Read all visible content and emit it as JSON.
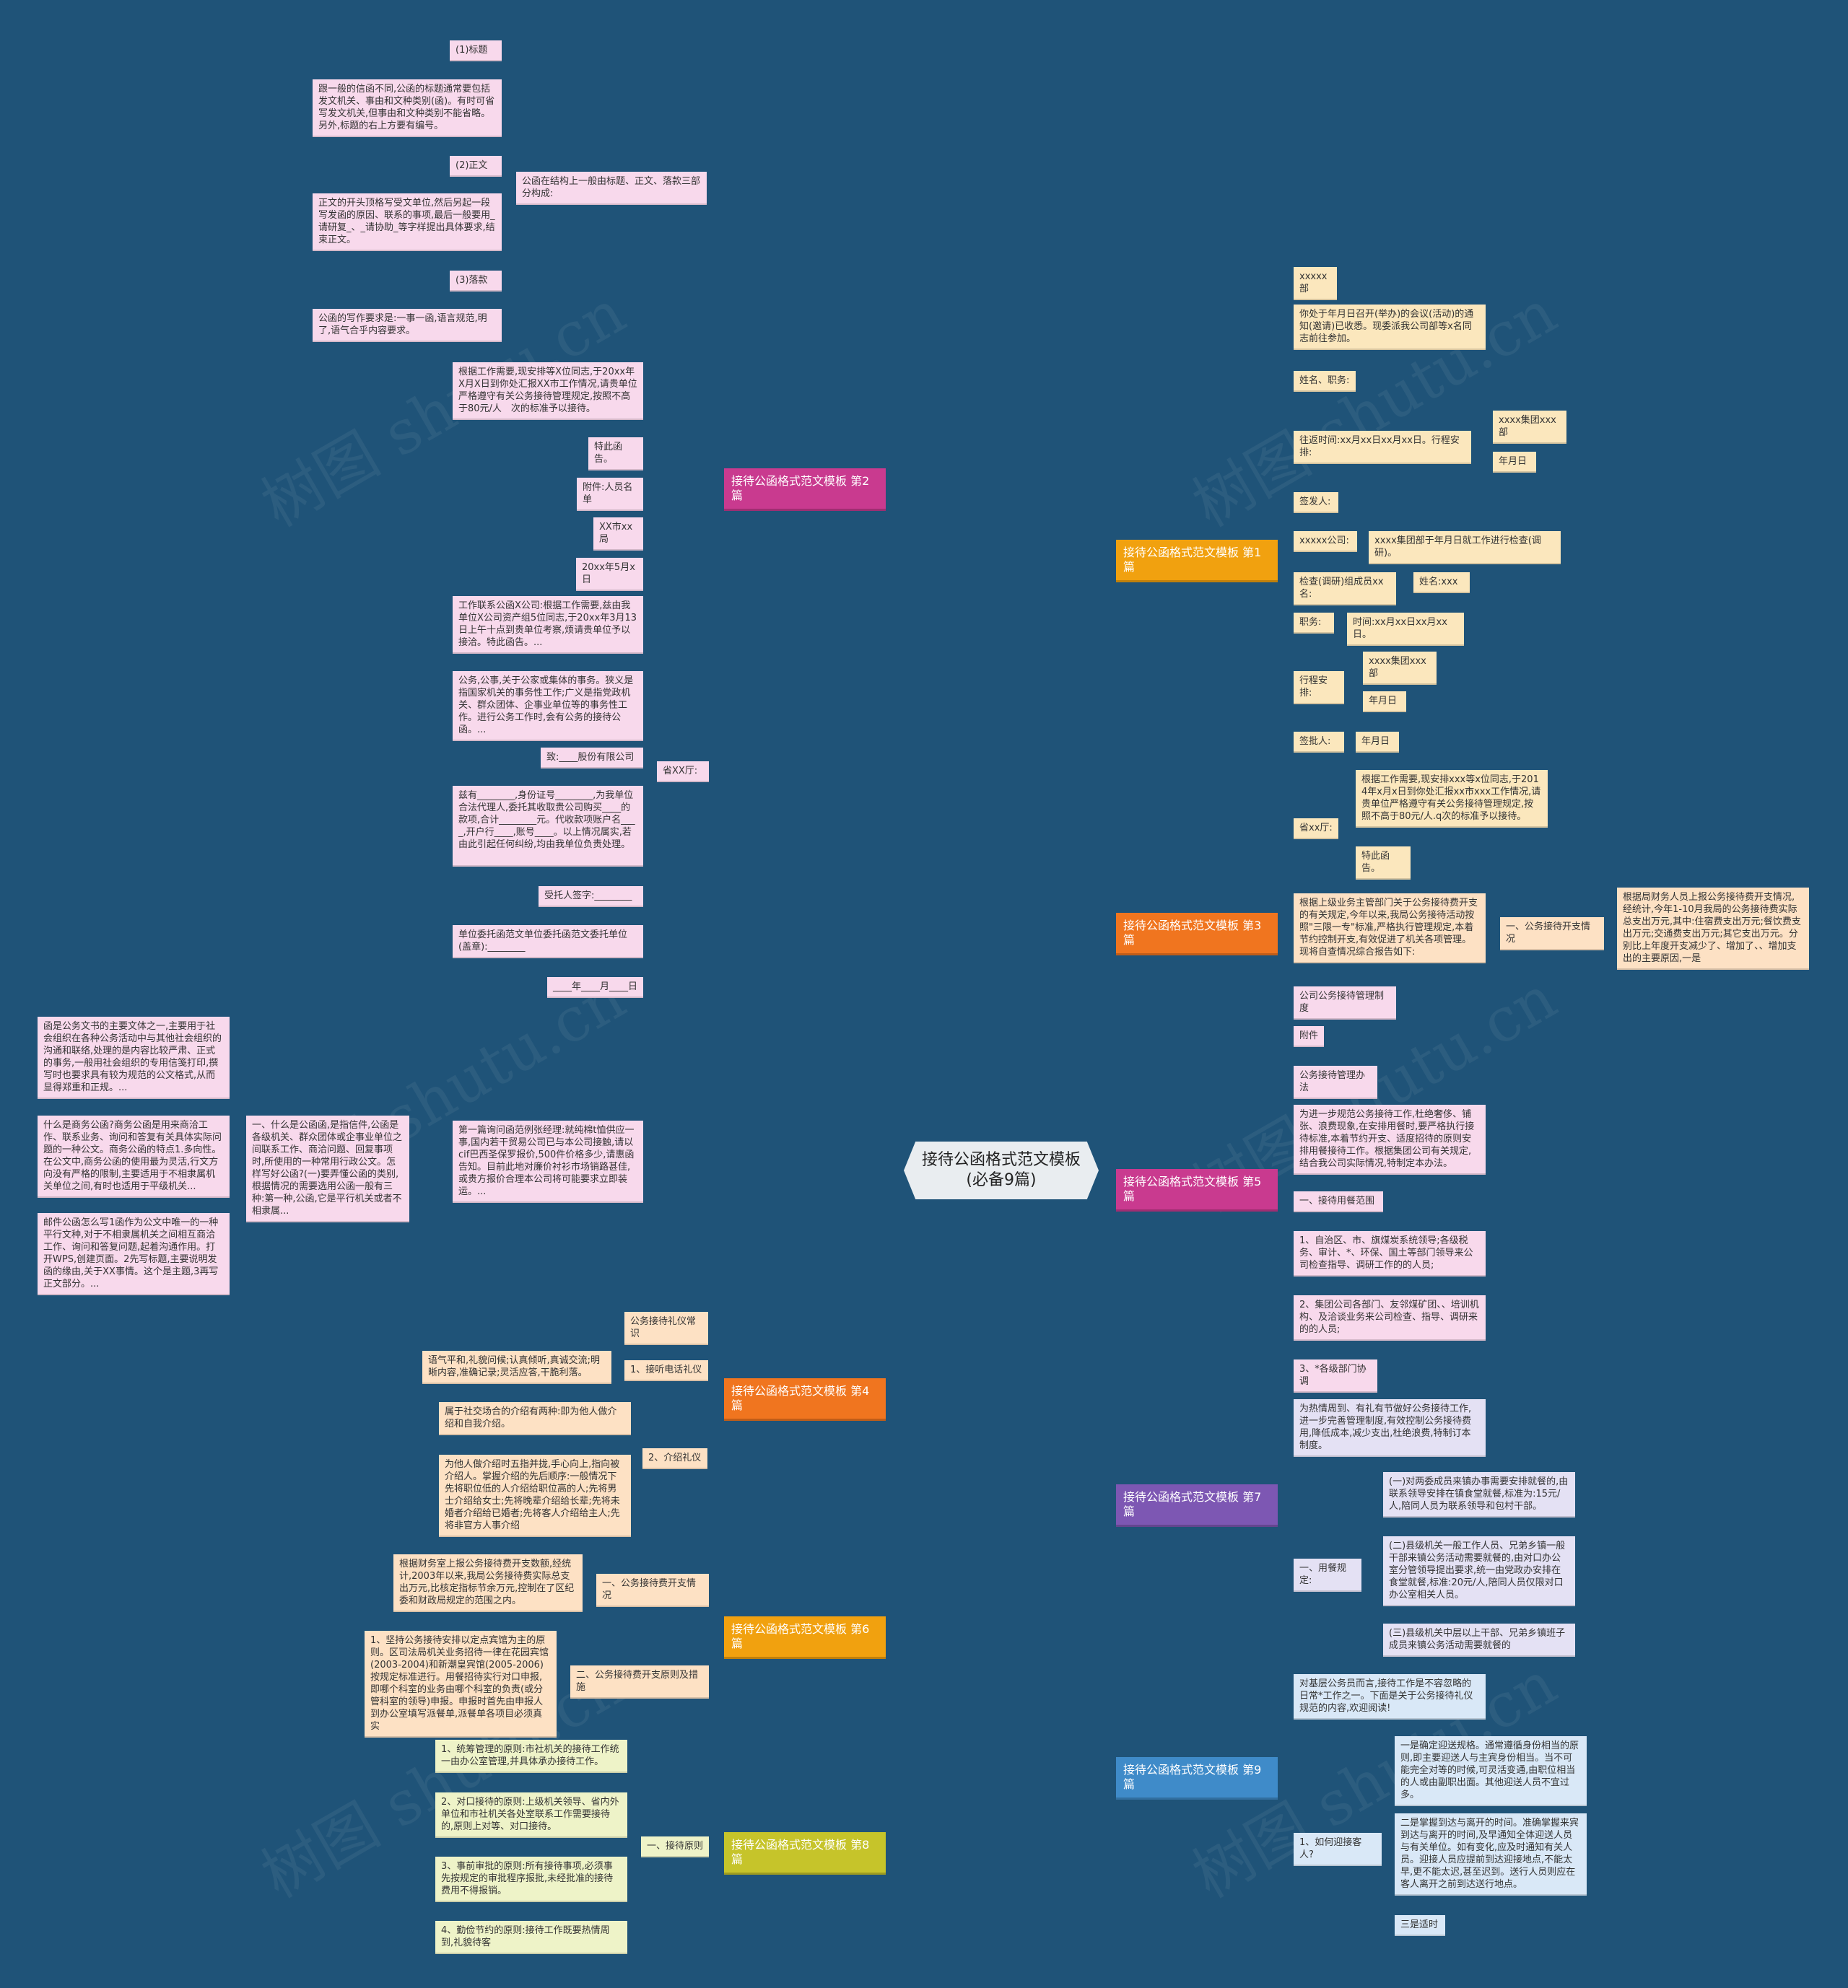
{
  "title": "接待公函格式范文模板(必备9篇)",
  "watermark": "树图 shutu.cn",
  "branches": {
    "b1": "接待公函格式范文模板 第1篇",
    "b2": "接待公函格式范文模板 第2篇",
    "b3": "接待公函格式范文模板 第3篇",
    "b4": "接待公函格式范文模板 第4篇",
    "b5": "接待公函格式范文模板 第5篇",
    "b6": "接待公函格式范文模板 第6篇",
    "b7": "接待公函格式范文模板 第7篇",
    "b8": "接待公函格式范文模板 第8篇",
    "b9": "接待公函格式范文模板 第9篇"
  },
  "colors": {
    "b1": "#f1a10f",
    "b2": "#c93a8f",
    "b3": "#f0751f",
    "b4": "#f0751f",
    "b5": "#c93a8f",
    "b6": "#f1a10f",
    "b7": "#7d57b3",
    "b8": "#c6c42a",
    "b9": "#3f8bc9"
  },
  "n": {
    "b2a": "公函在结构上一般由标题、正文、落款三部分构成:",
    "b2a1": "(1)标题",
    "b2a1t": "跟一般的信函不同,公函的标题通常要包括发文机关、事由和文种类别(函)。有时可省写发文机关,但事由和文种类别不能省略。另外,标题的右上方要有编号。",
    "b2a2": "(2)正文",
    "b2a2t": "正文的开头顶格写受文单位,然后另起一段写发函的原因、联系的事项,最后一般要用_请研复_、_请协助_等字样提出具体要求,结束正文。",
    "b2a3": "(3)落款",
    "b2a3t": "公函的写作要求是:一事一函,语言规范,明了,语气合乎内容要求。",
    "b2b": "省XX厅:",
    "b2b1": "根据工作需要,现安排等X位同志,于20xx年X月X日到你处汇报XX市工作情况,请贵单位严格遵守有关公务接待管理规定,按照不高于80元/人　次的标准予以接待。",
    "b2b2": "特此函告。",
    "b2b3": "附件:人员名单",
    "b2b4": "XX市xx局",
    "b2b5": "20xx年5月x日",
    "b2b6": "工作联系公函X公司:根据工作需要,兹由我单位X公司资产组5位同志,于20xx年3月13日上午十点到贵单位考察,烦请贵单位予以接洽。特此函告。...",
    "b2b7": "公务,公事,关于公家或集体的事务。狭义是指国家机关的事务性工作;广义是指党政机关、群众团体、企事业单位等的事务性工作。进行公务工作时,会有公务的接待公函。...",
    "b2b8": "致:____股份有限公司",
    "b2b9": "兹有________,身份证号________,为我单位合法代理人,委托其收取贵公司购买____的款项,合计________元。代收款项账户名____,开户行____,账号____。以上情况属实,若由此引起任何纠纷,均由我单位负责处理。",
    "b2b10": "受托人签字:________",
    "b2b11": "单位委托函范文单位委托函范文委托单位(盖章):________",
    "b2b12": "____年____月____日",
    "b2b13": "第一篇询问函范例张经理:就纯棉t恤供应一事,国内若干贸易公司已与本公司接触,请以cif巴西圣保罗报价,500件价格多少,请惠函告知。目前此地对廉价衬衫市场销路甚佳,或贵方报价合理本公司将可能要求立即装运。...",
    "b2c": "一、什么是公函函,是指信件,公函是各级机关、群众团体或企事业单位之间联系工作、商洽问题、回复事项时,所使用的一种常用行政公文。怎样写好公函?(一)要弄懂公函的类别,根据情况的需要选用公函一般有三种:第一种,公函,它是平行机关或者不相隶属...",
    "b2c1": "函是公务文书的主要文体之一,主要用于社会组织在各种公务活动中与其他社会组织的沟通和联络,处理的是内容比较严肃、正式的事务,一般用社会组织的专用信笺打印,撰写时也要求具有较为规范的公文格式,从而显得郑重和正规。...",
    "b2c2": "什么是商务公函?商务公函是用来商洽工作、联系业务、询问和答复有关具体实际问题的一种公文。商务公函的特点1.多向性。在公文中,商务公函的使用最为灵活,行文方向没有严格的限制,主要适用于不相隶属机关单位之间,有时也适用于平级机关...",
    "b2c3": "邮件公函怎么写1函作为公文中唯一的一种平行文种,对于不相隶属机关之间相互商洽工作、询问和答复问题,起着沟通作用。打开WPS,创建页面。2先写标题,主要说明发函的缘由,关于XX事情。这个是主题,3再写正文部分。...",
    "b1a": "xxxxx部",
    "b1b": "你处于年月日召开(举办)的会议(活动)的通知(邀请)已收悉。现委派我公司部等x名同志前往参加。",
    "b1c": "姓名、职务:",
    "b1d": "往返时间:xx月xx日xx月xx日。行程安排:",
    "b1d1": "xxxx集团xxx部",
    "b1d2": "年月日",
    "b1e": "签发人:",
    "b1f": "xxxxx公司:",
    "b1f1": "xxxx集团部于年月日就工作进行检查(调研)。",
    "b1g": "检查(调研)组成员xx名:",
    "b1g1": "姓名:xxx",
    "b1h": "职务:",
    "b1h1": "时间:xx月xx日xx月xx日。",
    "b1i": "行程安排:",
    "b1i1": "xxxx集团xxx部",
    "b1i2": "年月日",
    "b1j": "签批人:",
    "b1j1": "年月日",
    "b1k": "省xx厅:",
    "b1k1": "根据工作需要,现安排xxx等x位同志,于2014年x月x日到你处汇报xx市xxx工作情况,请贵单位严格遵守有关公务接待管理规定,按照不高于80元/人.q次的标准予以接待。",
    "b1k2": "特此函告。",
    "b3a": "根据上级业务主管部门关于公务接待费开支的有关规定,今年以来,我局公务接待活动按照\"三限一专\"标准,严格执行管理规定,本着节约控制开支,有效促进了机关各项管理。现将自查情况综合报告如下:",
    "b3b": "一、公务接待开支情况",
    "b3b1": "根据局财务人员上报公务接待费开支情况,经统计,今年1-10月我局的公务接待费实际总支出万元,其中:住宿费支出万元;餐饮费支出万元;交通费支出万元;其它支出万元。分别比上年度开支减少了、增加了、、增加支出的主要原因,一是",
    "b5a": "公司公务接待管理制度",
    "b5b": "附件",
    "b5c": "公务接待管理办法",
    "b5d": "为进一步规范公务接待工作,杜绝奢侈、铺张、浪费现象,在安排用餐时,要严格执行接待标准,本着节约开支、适度招待的原则安排用餐接待工作。根据集团公司有关规定,结合我公司实际情况,特制定本办法。",
    "b5e": "一、接待用餐范围",
    "b5f": "1、自治区、市、旗煤炭系统领导;各级税务、审计、*、环保、国土等部门领导来公司检查指导、调研工作的的人员;",
    "b5g": "2、集团公司各部门、友邻煤矿团、、培训机构、及洽谈业务来公司检查、指导、调研来的的人员;",
    "b5h": "3、*各级部门协调",
    "b7a": "为热情周到、有礼有节做好公务接待工作,进一步完善管理制度,有效控制公务接待费用,降低成本,减少支出,杜绝浪费,特制订本制度。",
    "b7b": "一、用餐规定:",
    "b7b1": "(一)对两委成员来镇办事需要安排就餐的,由联系领导安排在镇食堂就餐,标准为:15元/人,陪同人员为联系领导和包村干部。",
    "b7b2": "(二)县级机关一般工作人员、兄弟乡镇一般干部来镇公务活动需要就餐的,由对口办公室分管领导提出要求,统一由党政办安排在食堂就餐,标准:20元/人,陪同人员仅限对口办公室相关人员。",
    "b7b3": "(三)县级机关中层以上干部、兄弟乡镇班子成员来镇公务活动需要就餐的",
    "b9a": "对基层公务员而言,接待工作是不容忽略的日常*工作之一。下面是关于公务接待礼仪规范的内容,欢迎阅读!",
    "b9b": "1、如何迎接客人?",
    "b9b1": "一是确定迎送规格。通常遵循身份相当的原则,即主要迎送人与主宾身份相当。当不可能完全对等的时候,可灵活变通,由职位相当的人或由副职出面。其他迎送人员不宜过多。",
    "b9b2": "二是掌握到达与离开的时间。准确掌握来宾到达与离开的时间,及早通知全体迎送人员与有关单位。如有变化,应及时通知有关人员。迎接人员应提前到达迎接地点,不能太早,更不能太迟,甚至迟到。送行人员则应在客人离开之前到达送行地点。",
    "b9b3": "三是适时",
    "b4a": "公务接待礼仪常识",
    "b4b": "1、接听电话礼仪",
    "b4b1": "语气平和,礼貌问候;认真倾听,真诚交流;明晰内容,准确记录;灵活应答,干脆利落。",
    "b4c": "2、介绍礼仪",
    "b4c1": "属于社交场合的介绍有两种:即为他人做介绍和自我介绍。",
    "b4c2": "为他人做介绍时五指并拢,手心向上,指向被介绍人。掌握介绍的先后顺序:一般情况下先将职位低的人介绍给职位高的人;先将男士介绍给女士;先将晚辈介绍给长辈;先将未婚者介绍给已婚者;先将客人介绍给主人;先将非官方人事介绍",
    "b6a": "一、公务接待费开支情况",
    "b6a1": "根据财务室上报公务接待费开支数额,经统计,2003年以来,我局公务接待费实际总支出万元,比核定指标节余万元,控制在了区纪委和财政局规定的范围之内。",
    "b6b": "二、公务接待费开支原则及措施",
    "b6b1": "1、坚持公务接待安排以定点宾馆为主的原则。区司法局机关业务招待一律在花园宾馆(2003-2004)和新潮皇宾馆(2005-2006)按规定标准进行。用餐招待实行对口申报,即哪个科室的业务由哪个科室的负责(或分管科室的领导)申报。申报时首先由申报人到办公室填写派餐单,派餐单各项目必须真实",
    "b8a": "一、接待原则",
    "b8a1": "1、统筹管理的原则:市社机关的接待工作统一由办公室管理,并具体承办接待工作。",
    "b8a2": "2、对口接待的原则:上级机关领导、省内外单位和市社机关各处室联系工作需要接待的,原则上对等、对口接待。",
    "b8a3": "3、事前审批的原则:所有接待事项,必须事先按规定的审批程序报批,未经批准的接待费用不得报销。",
    "b8a4": "4、勤俭节约的原则:接待工作既要热情周到,礼貌待客"
  }
}
